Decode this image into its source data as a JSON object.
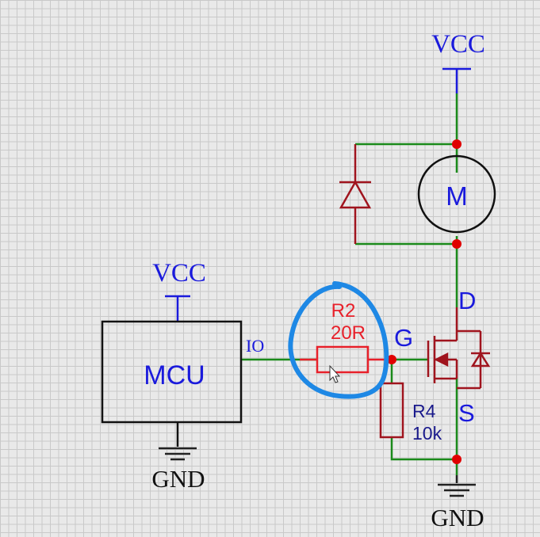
{
  "labels": {
    "vcc_top": "VCC",
    "vcc_mcu": "VCC",
    "motor": "M",
    "mcu": "MCU",
    "io": "IO",
    "r2_name": "R2",
    "r2_value": "20R",
    "r4_name": "R4",
    "r4_value": "10k",
    "gate": "G",
    "drain": "D",
    "source": "S",
    "gnd_mcu": "GND",
    "gnd_right": "GND"
  },
  "colors": {
    "wire": "#1a8a1a",
    "component": "#a0141e",
    "resistor_highlight": "#e8202a",
    "junction": "#e00000",
    "label_blue": "#1a1adc",
    "annotation": "#1e88e5",
    "mcu_box": "#111111",
    "ground": "#222222"
  }
}
